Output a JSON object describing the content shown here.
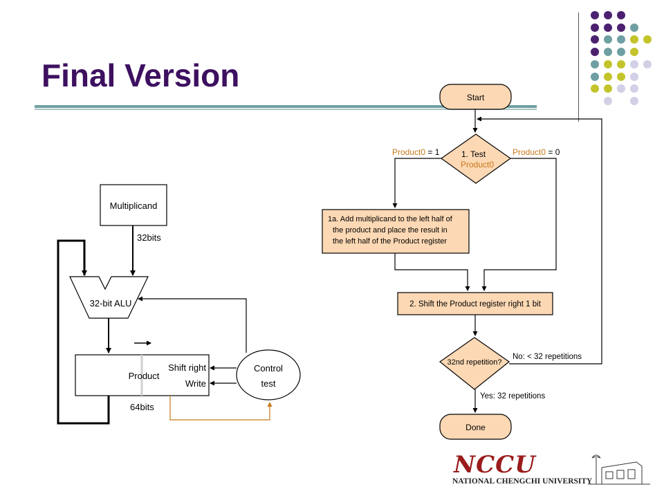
{
  "slide": {
    "title": "Final Version"
  },
  "hardware": {
    "multiplicand": "Multiplicand",
    "multiplicand_width": "32bits",
    "alu": "32-bit ALU",
    "product": "Product",
    "shift_right": "Shift right",
    "write": "Write",
    "product_width": "64bits",
    "control_line1": "Control",
    "control_line2": "test"
  },
  "flowchart": {
    "start": "Start",
    "test_line1": "1. Test",
    "test_line2": "Product0",
    "branch_left_name": "Product0",
    "branch_left_value": " = 1",
    "branch_right_name": "Product0",
    "branch_right_value": " = 0",
    "step1a_line1": "1a. Add multiplicand to the left half of",
    "step1a_line2": "the product and place the result in",
    "step1a_line3": "the left half of the Product register",
    "step2": "2. Shift the Product register right 1 bit",
    "decision": "32nd repetition?",
    "no_label": "No:  < 32 repetitions",
    "yes_label": "Yes:  32 repetitions",
    "done": "Done"
  },
  "logo": {
    "mark": "NCCU",
    "name": "NATIONAL CHENGCHI UNIVERSITY"
  },
  "colors": {
    "title": "#3d1060",
    "box_fill": "#fcd8b4",
    "orange_label": "#c8781a",
    "dot_purple": "#4b2170",
    "dot_teal": "#6f9fa2",
    "dot_olive": "#c3c42b",
    "dot_lavender": "#d2d0e6"
  }
}
